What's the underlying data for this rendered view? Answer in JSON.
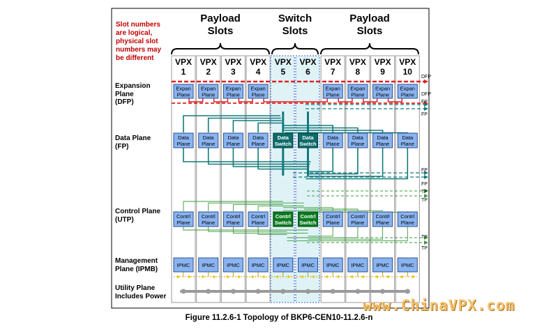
{
  "note": "Slot numbers\nare logical,\nphysical slot\nnumbers may\nbe different",
  "headers": {
    "payload_left": "Payload\nSlots",
    "switch": "Switch\nSlots",
    "payload_right": "Payload\nSlots"
  },
  "slot_prefix": "VPX",
  "slots": [
    "1",
    "2",
    "3",
    "4",
    "5",
    "6",
    "7",
    "8",
    "9",
    "10"
  ],
  "planes": {
    "expansion": "Expansion\nPlane\n(DFP)",
    "data": "Data Plane\n(FP)",
    "control": "Control Plane\n(UTP)",
    "management": "Management\nPlane (IPMB)",
    "utility": "Utility Plane\nIncludes Power"
  },
  "boxes": {
    "expansion": "Expan\nPlane",
    "data": "Data\nPlane",
    "data_switch": "Data\nSwitch",
    "control": "Contrl\nPlane",
    "control_switch": "Contrl\nSwitch",
    "ipmc": "IPMC"
  },
  "edge_labels": {
    "dfp": "DFP",
    "fp": "FP",
    "tp": "TP"
  },
  "caption": "Figure 11.2.6-1 Topology of BKP6-CEN10-11.2.6-n",
  "watermark": "www.ChinaVPX.com",
  "colors": {
    "box_fill": "#8ab4f0",
    "box_stroke": "#2a4f8f",
    "switch_teal": "#0d6b6b",
    "switch_green": "#0b7a1e",
    "expansion_link": "#e02020",
    "data_link": "#137a7a",
    "control_link": "#3a9a3a",
    "ipmb_dot": "#f0c400",
    "power_bus": "#9a9a9a",
    "switch_zone": "#dff3f7",
    "note_red": "#c00000"
  }
}
